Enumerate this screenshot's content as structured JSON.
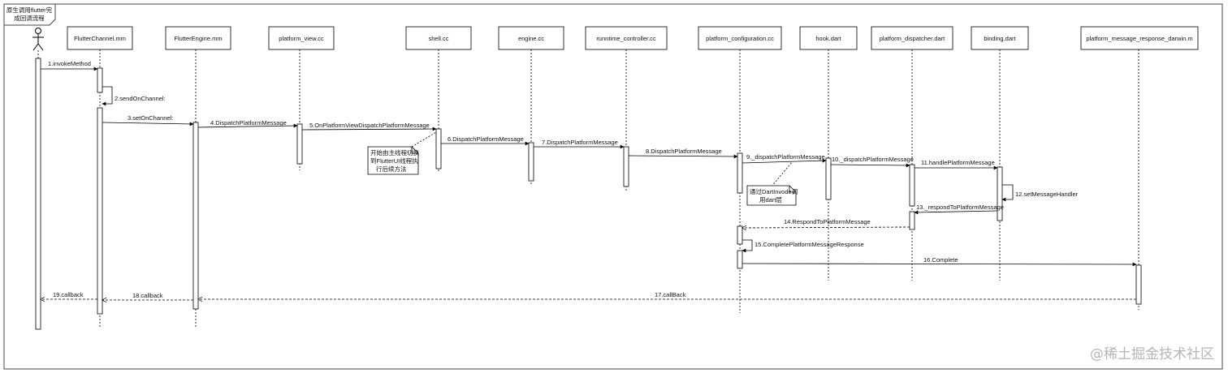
{
  "frame": {
    "title_lines": [
      "原生调用flutter完",
      "成回调流程"
    ]
  },
  "actor": {
    "name": ""
  },
  "participants": [
    "FlutterChannel.mm",
    "FlutterEngine.mm",
    "platform_view.cc",
    "shell.cc",
    "engine.cc",
    "runntime_controller.cc",
    "platform_configuration.cc",
    "hook.dart",
    "platform_dispatcher.dart",
    "binding.dart",
    "platform_message_response_darwin.m"
  ],
  "messages": [
    "1.invokeMethod",
    "2.sendOnChannel:",
    "3.setOnChannel:",
    "4.DispatchPlatformMessage",
    "5.OnPlatformViewDispatchPlatformMessage",
    "6.DispatchPlatformMessage",
    "7.DispatchPlatformMessage",
    "8.DispatchPlatformMessage",
    "9._dispatchPlatformMessage",
    "10._dispatchPlatformMessage",
    "11.handlePlatformMessage",
    "12.setMessageHandler",
    "13._respondToPlatformMessage",
    "14.RespondToPlatformMessage",
    "15.CompletePlatformMessageResponse",
    "16.Complete",
    "17.callBack",
    "18.callback",
    "19.callback"
  ],
  "notes": [
    {
      "lines": [
        "开始由主线程切换",
        "到FlutterUI线程执",
        "行后续方法"
      ]
    },
    {
      "lines": [
        "通过DartInvode调",
        "用dart层"
      ]
    }
  ],
  "watermark": "@稀土掘金技术社区",
  "colors": {
    "line": "#000000",
    "text": "#111111",
    "background": "#ffffff",
    "watermark": "#b9b9b9"
  }
}
